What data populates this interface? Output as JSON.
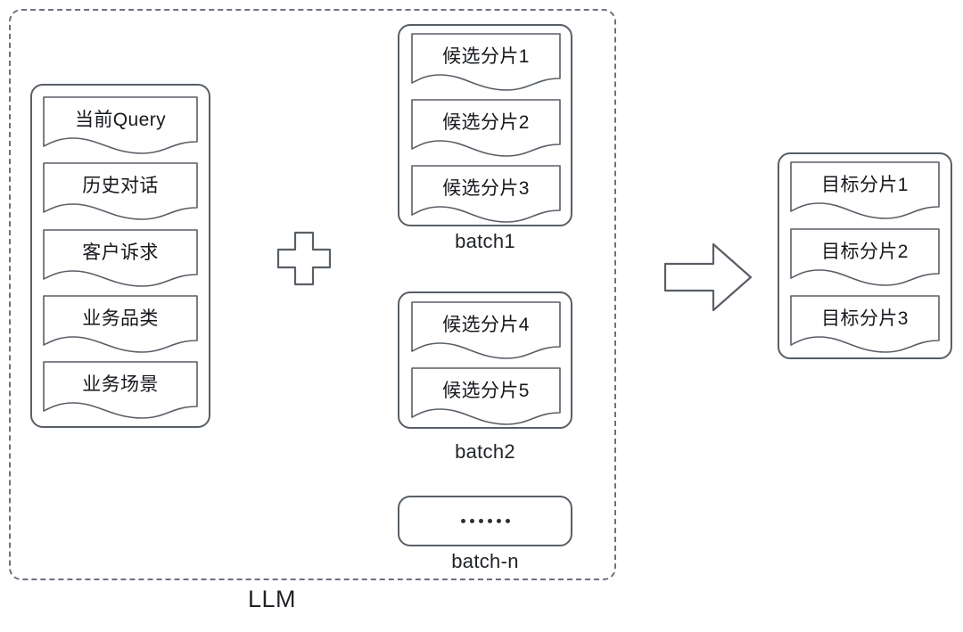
{
  "diagram": {
    "llm_container": {
      "caption": "LLM",
      "border_color": "#6b7280",
      "style": "dashed"
    },
    "context_card": {
      "name": "context-inputs",
      "items": [
        {
          "label": "当前Query"
        },
        {
          "label": "历史对话"
        },
        {
          "label": "客户诉求"
        },
        {
          "label": "业务品类"
        },
        {
          "label": "业务场景"
        }
      ]
    },
    "operators": {
      "plus": "plus-symbol",
      "arrow": "right-arrow-symbol"
    },
    "batches": [
      {
        "caption": "batch1",
        "chunks": [
          {
            "label": "候选分片1"
          },
          {
            "label": "候选分片2"
          },
          {
            "label": "候选分片3"
          }
        ]
      },
      {
        "caption": "batch2",
        "chunks": [
          {
            "label": "候选分片4"
          },
          {
            "label": "候选分片5"
          }
        ]
      },
      {
        "caption": "batch-n",
        "placeholder": "……",
        "chunks": []
      }
    ],
    "output_card": {
      "name": "target-chunks",
      "items": [
        {
          "label": "目标分片1"
        },
        {
          "label": "目标分片2"
        },
        {
          "label": "目标分片3"
        }
      ]
    },
    "colors": {
      "stroke": "#585f66",
      "text": "#15181c",
      "dashed_stroke": "#6b7280",
      "background": "#ffffff"
    }
  }
}
